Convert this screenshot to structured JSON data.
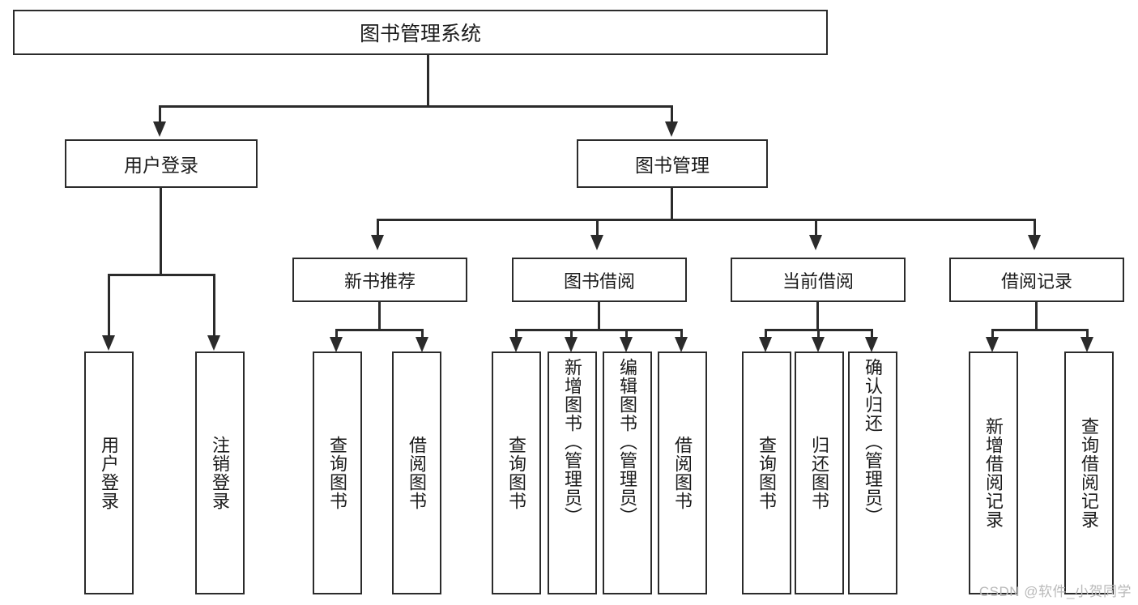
{
  "diagram": {
    "title": "图书管理系统",
    "type": "hierarchy-tree",
    "root": {
      "label": "图书管理系统"
    },
    "level1": [
      {
        "label": "用户登录"
      },
      {
        "label": "图书管理"
      }
    ],
    "level2": [
      {
        "label": "新书推荐"
      },
      {
        "label": "图书借阅"
      },
      {
        "label": "当前借阅"
      },
      {
        "label": "借阅记录"
      }
    ],
    "leaves": {
      "user_login": [
        {
          "label": "用户登录"
        },
        {
          "label": "注销登录"
        }
      ],
      "new_book_recommend": [
        {
          "label": "查询图书"
        },
        {
          "label": "借阅图书"
        }
      ],
      "book_borrow": [
        {
          "label": "查询图书"
        },
        {
          "label": "新增图书（管理员）"
        },
        {
          "label": "编辑图书（管理员）"
        },
        {
          "label": "借阅图书"
        }
      ],
      "current_borrow": [
        {
          "label": "查询图书"
        },
        {
          "label": "归还图书"
        },
        {
          "label": "确认归还（管理员）"
        }
      ],
      "borrow_record": [
        {
          "label": "新增借阅记录"
        },
        {
          "label": "查询借阅记录"
        }
      ]
    }
  },
  "watermark": {
    "text": "CSDN @软件_小贺同学"
  },
  "colors": {
    "stroke": "#2b2b2b",
    "background": "#ffffff",
    "text": "#1b1b1b",
    "watermark": "#b9b9b9"
  }
}
